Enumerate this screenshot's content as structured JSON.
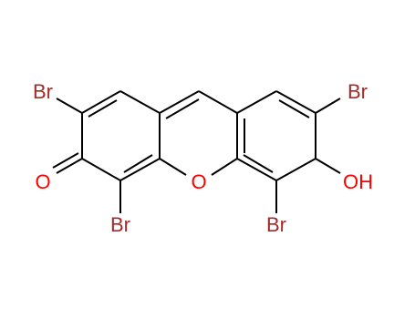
{
  "colors": {
    "background": "#ffffff",
    "bond": "#000000",
    "bromine": "#a52a2a",
    "oxygen": "#ff0000"
  },
  "atoms": {
    "br_top_left": "Br",
    "br_top_right": "Br",
    "br_bottom_left": "Br",
    "br_bottom_right": "Br",
    "ketone_oxygen": "O",
    "ring_oxygen": "O",
    "hydroxyl": "OH"
  }
}
